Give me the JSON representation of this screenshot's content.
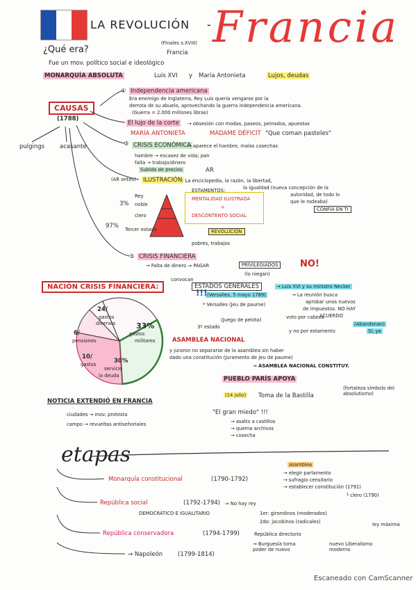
{
  "header": {
    "title_left": "LA REVOLUCIÓN",
    "dash": "-",
    "title_right": "Francia",
    "flag_colors": [
      "#1e4fa8",
      "#ffffff",
      "#e53935"
    ]
  },
  "intro": {
    "question": "¿Qué era?",
    "note_top": "(Finales s.XVIII)",
    "country": "Francia",
    "definition": "Fue un mov. político social e ideológico",
    "monarchy": "MONARQUÍA ABSOLUTA",
    "king": "Luis XVI",
    "and": "y",
    "queen": "María Antonieta",
    "result": "Lujos, deudas"
  },
  "causas": {
    "label": "CAUSAS",
    "year": "(1788)",
    "left_notes": [
      "pulgings",
      "acasante"
    ],
    "c1_title": "Independencia americana",
    "c1_text": [
      "Era enemigo de Inglaterra, Rey Luis quería vengarse por la",
      "derrota de su abuelo, aprovechando la guerra independencia americana.",
      "(Guerra = 2.000 millones libras)"
    ],
    "c2_title": "El lujo de la corte",
    "c2_text": "→ obsesión con modas, paseos, peinados, apuestas",
    "c2_name": "MARÍA ANTONIETA",
    "c2_nick": "MADAME DÉFICIT",
    "c2_quote": "\"Que coman pasteles\"",
    "c3_title": "CRISIS ECONÓMICA",
    "c3_text": "→ aparece el hambre, malas cosechas",
    "c3_lines": [
      "hambre → escasez de vida; pan",
      "falta → trabajo/dinero"
    ],
    "c3_sub": "Subida de precios",
    "c3_ar": "AR",
    "c4_title": "ILUSTRACIÓN",
    "c4_prefix": "(AR antes)",
    "c4_text": ": La enciclopedia, la razón, la libertad,",
    "c4_text2": "la igualdad (nueva concepción de la",
    "c4_text3": "autoridad, de todo lo",
    "c4_text4": "que le rodeaba)",
    "c4_estamentos": "ESTAMENTOS:",
    "c4_confia": "CONFÍA EN TI",
    "pyramid_labels": [
      "Rey",
      "noble",
      "clero",
      "Tercer estado"
    ],
    "pyramid_pct": [
      "3%",
      "97%"
    ],
    "pyramid_box": [
      "MENTALIDAD ILUSTRADA",
      "+",
      "DESCONTENTO SOCIAL"
    ],
    "revolucion": "REVOLUCIÓN",
    "pobres": "pobres, trabajos",
    "c5_title": "CRISIS FINANCIERA",
    "c5_text": "→ Falta de dinero ⇒ PAGAR",
    "c5_priv": "PRIVILEGIADOS",
    "c5_no": "NO!",
    "c5_sub": "(lo niegan)"
  },
  "crisis": {
    "label": "NACIÓN CRISIS FINANCIERA:",
    "convocan": "convocan",
    "estados": "ESTADOS GENERALES",
    "luis": "→ Luis XVI y su ministro Necker",
    "versalles": "(Versalles, 5 mayo 1789)",
    "exclaim": "!!!",
    "reunion": "→ La reunión busca",
    "reunion2": "aprobar unos nuevos",
    "reunion3": "de impuestos. NO HAY",
    "acuerdo": "ACUERDO",
    "abandonan": "(Abandonan)",
    "voto_cabeza": "voto por cabeza",
    "voto_est": "y no por estamento",
    "si_ya": "Sí, ya",
    "ver_text": "* Versalles (Jeu de paume)",
    "ver_text2": "(Juego de pelota)",
    "tercer": "3º estado",
    "asamblea": "ASAMBLEA NACIONAL",
    "juramento1": "y juraron no separarse de la asamblea sin haber",
    "juramento2": "dado una constitución (Juramento de Jeu de paume)",
    "asamblea_const": "→ ASAMBLEA NACIONAL CONSTITUY.",
    "pueblo": "PUEBLO PARÍS APOYA",
    "bastilla_date": "(14 julio)",
    "bastilla": "Toma de la Bastilla",
    "bastilla_note": "(fortaleza símbolo del absolutismo)"
  },
  "pie": {
    "slices": [
      {
        "label": "gastos diversos",
        "value": 24
      },
      {
        "label": "gastos militares",
        "value": 33
      },
      {
        "label": "servicio de la deuda",
        "value": 30
      },
      {
        "label": "gastos",
        "value": 10
      },
      {
        "label": "pensiones",
        "value": 6
      }
    ],
    "labels_text": [
      "24/",
      "gastos",
      "diversos",
      "33%",
      "gastos",
      "militares",
      "30%",
      "servicio",
      "la deuda",
      "10/",
      "gastos",
      "6/",
      "pensiones"
    ]
  },
  "noticia": {
    "label": "NOTICIA EXTENDIÓ EN FRANCIA",
    "ciudades": "ciudades → mov. protesta",
    "campo": "campo → revueltas antiseñoriales",
    "gran_miedo": "\"El gran miedo\" !!!",
    "items": [
      "→ asalto a castillos",
      "→ quema archivos",
      "→ cosecha"
    ]
  },
  "etapas": {
    "title": "etapas",
    "rows": [
      {
        "name": "Monarquía constitucional",
        "dates": "(1790-1792)"
      },
      {
        "name": "República social",
        "dates": "(1792-1794)"
      },
      {
        "name": "República conservadora",
        "dates": "(1794-1799)"
      },
      {
        "name": "→ Napoleón",
        "dates": "(1799-1814)"
      }
    ],
    "mc_label": "asamblea",
    "mc_items": [
      "→ elegir parlamento",
      "→ sufragio censitario",
      "→ establecer constitución (1791)"
    ],
    "mc_clero": "└ clero (1790)",
    "rs_text": "⇒ No hay rey",
    "rs_dem": "DEMOCRÁTICO E IGUALITARIO",
    "rs_1": "1er: girondinos (moderados)",
    "rs_2": "2do: jacobinos (radicales)",
    "rs_ley": "ley máxima",
    "rc_text": "República directorio",
    "rc_burg": "→ Burguesía toma poder de nuevo",
    "nap_new": "nuevo Liberalismo moderno"
  },
  "footer": "Escaneado con CamScanner"
}
